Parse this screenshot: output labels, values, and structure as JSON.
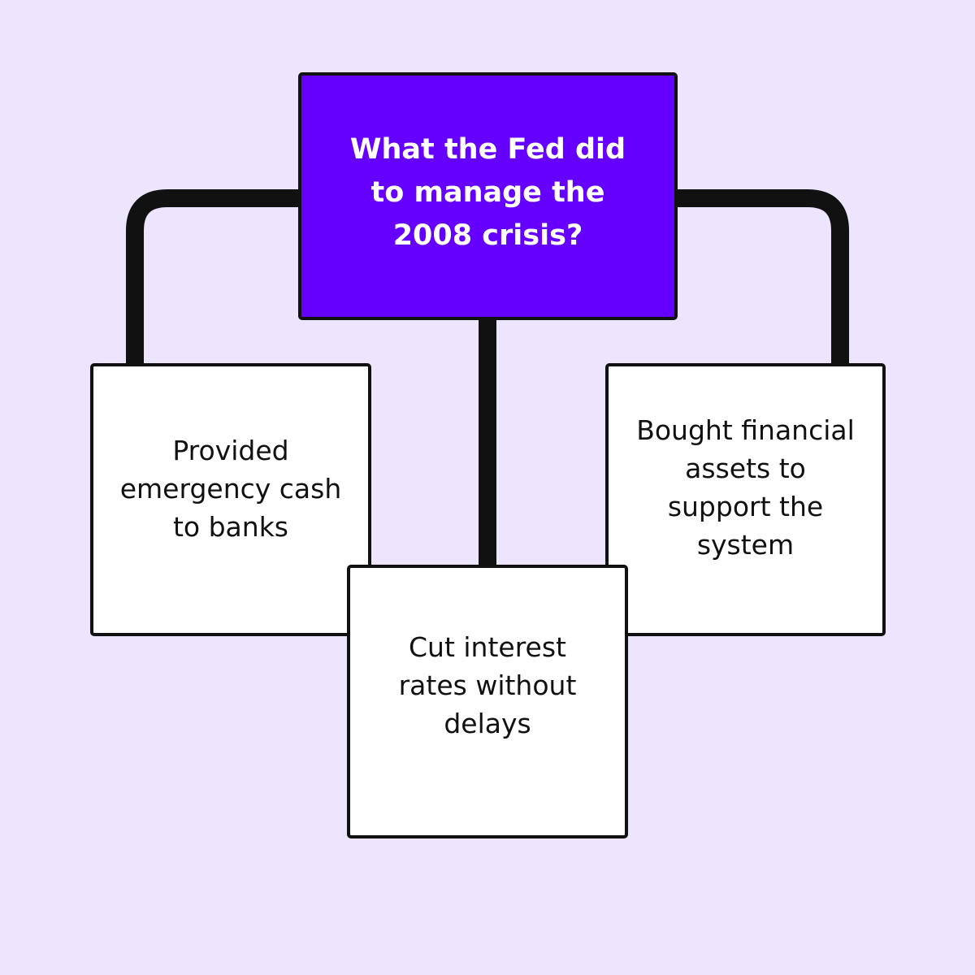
{
  "diagram": {
    "root": {
      "label": "What the Fed did\nto manage the\n2008 crisis?"
    },
    "children": [
      {
        "label": "Provided\nemergency cash\nto banks"
      },
      {
        "label": "Cut interest\nrates without\ndelays"
      },
      {
        "label": "Bought financial\nassets to\nsupport the\nsystem"
      }
    ]
  },
  "colors": {
    "background": "#ede5fd",
    "root_fill": "#6500fe",
    "root_text": "#ffffff",
    "child_fill": "#ffffff",
    "outline": "#111111",
    "connector": "#111111"
  }
}
